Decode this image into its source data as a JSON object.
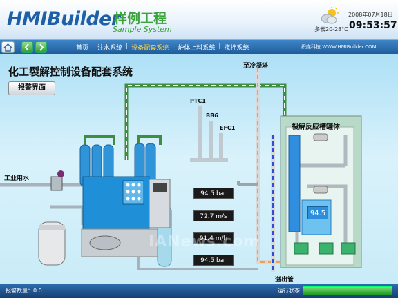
{
  "header": {
    "logo_en": "HMIBuilder",
    "logo_cn": "样例工程",
    "logo_sub": "Sample System",
    "weather": "多云20-28°C",
    "date": "2008年07月18日",
    "time": "09:53:57"
  },
  "nav": {
    "home_icon": "home-icon",
    "back_icon": "arrow-left-icon",
    "forward_icon": "arrow-right-icon",
    "items": [
      {
        "label": "首页",
        "active": false
      },
      {
        "label": "注水系统",
        "active": false
      },
      {
        "label": "设备配套系统",
        "active": true
      },
      {
        "label": "炉体上料系统",
        "active": false
      },
      {
        "label": "搅拌系统",
        "active": false
      }
    ],
    "company": "织媒科技 WWW.HMIBuilder.COM"
  },
  "main": {
    "title": "化工裂解控制设备配套系统",
    "alarm_button": "报警界面",
    "labels": {
      "to_condenser": "至冷凝塔",
      "water_inlet": "工业用水",
      "reactor": "裂解反应槽罐体",
      "overflow": "溢出管"
    },
    "sensors": [
      "PTC1",
      "BB6",
      "EFC1"
    ],
    "readouts": [
      {
        "value": "94.5",
        "unit": "bar"
      },
      {
        "value": "72.7",
        "unit": "m/s"
      },
      {
        "value": "91.4",
        "unit": "m/h"
      },
      {
        "value": "94.5",
        "unit": "bar"
      }
    ],
    "tank_display": "94.5",
    "watermark": "IANews.com"
  },
  "status": {
    "alarm_count_label": "报警数量：",
    "alarm_count": "0.0",
    "run_label": "运行状态"
  },
  "colors": {
    "nav_bg": "#1d5a99",
    "active_menu": "#ffd34a",
    "readout_bg": "#1a1a1a",
    "tank_display_bg": "#2b8fde",
    "run_ok": "#1f9a1f"
  }
}
